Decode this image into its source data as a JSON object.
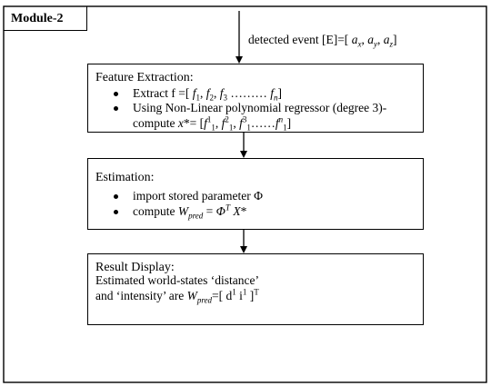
{
  "module_title": "Module-2",
  "input_label": {
    "prefix": "detected event [E]=[ ",
    "ax": "a",
    "ax_sub": "x",
    "ay": "a",
    "ay_sub": "y",
    "az": "a",
    "az_sub": "z",
    "suffix": "]",
    "sep": ", "
  },
  "feature_box": {
    "title": "Feature Extraction:",
    "bullet1_prefix": "Extract f =[ ",
    "bullet1_math": "f",
    "bullet1_s1": "1",
    "bullet1_s2": "2",
    "bullet1_s3": "3",
    "bullet1_dots": " ……… ",
    "bullet1_sn": "n",
    "bullet1_suffix": "]",
    "bullet2_line1": "Using Non-Linear polynomial regressor (degree 3)-",
    "bullet2_line2_prefix": "compute ",
    "bullet2_x": "x",
    "bullet2_eq": "*= [",
    "bullet2_f": "f",
    "bullet2_sub1": "1",
    "bullet2_sup1": "1",
    "bullet2_sup2": "2",
    "bullet2_sup3": "3",
    "bullet2_dots": "……",
    "bullet2_supn": "n",
    "bullet2_suffix": "]"
  },
  "estimation_box": {
    "title": "Estimation:",
    "bullet1": "import stored parameter Φ",
    "bullet2_prefix": "compute ",
    "bullet2_W": "W",
    "bullet2_Wsub": "pred",
    "bullet2_eq": " = ",
    "bullet2_phi": "Φ",
    "bullet2_T": "T",
    "bullet2_X": " X",
    "bullet2_star": "*"
  },
  "result_box": {
    "title": "Result Display:",
    "line1": "Estimated world-states ‘distance’",
    "line2_prefix": "and ‘intensity’ are ",
    "line2_W": "W",
    "line2_Wsub": "pred",
    "line2_eq": "=[ d",
    "line2_d_sup": "1",
    "line2_i": " i",
    "line2_i_sup": "1",
    "line2_close": " ]",
    "line2_T": "T"
  }
}
